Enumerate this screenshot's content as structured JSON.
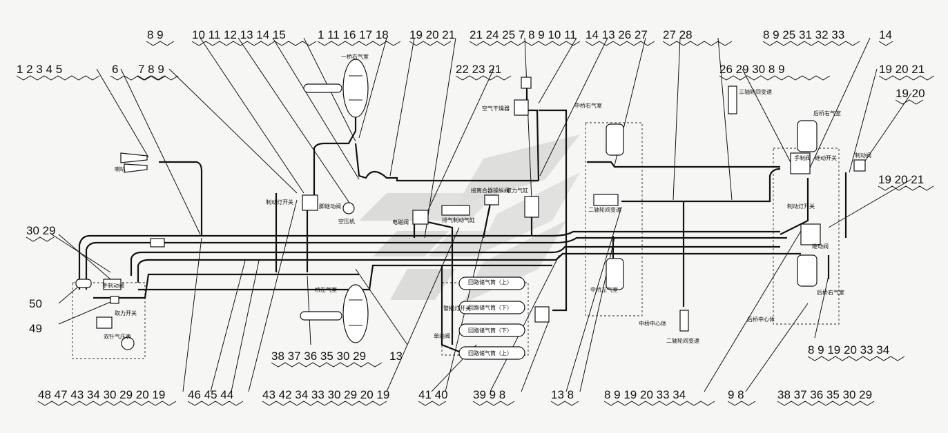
{
  "callouts": {
    "top_1": "1 2 3 4 5",
    "top_2": "6",
    "top_3": "7 8 9",
    "top_4": "8 9",
    "top_5": "10  11 12 13 14 15",
    "top_6": "1 11 16 17 18",
    "top_7": "19 20 21",
    "top_8": "22 23 21",
    "top_9": "21 24 25  7  8  9  10  11",
    "top_10": "14 13  26 27",
    "top_11": "27 28",
    "top_12": "26  29 30  8  9",
    "top_13": "8  9 25 31 32 33",
    "top_14": "14",
    "top_15": "19 20 21",
    "top_16": "19 20",
    "right_1": "19 20 21",
    "left_1": "30 29",
    "left_2": "50",
    "left_3": "49",
    "mid_1": "38 37 36 35 30 29",
    "mid_2": "13",
    "right_2": "8  9  19 20 33 34",
    "bot_1": "48 47 43 34 30 29 20 19",
    "bot_2": "46 45 44",
    "bot_3": "43 42 34 33 30 29 20 19",
    "bot_4": "41 40",
    "bot_5": "39  9  8",
    "bot_6": "13  8",
    "bot_7": "8  9 19 20 33 34",
    "bot_8": "9  8",
    "bot_9": "38 37 36 35 30 29"
  },
  "labels": {
    "front_right_chamber": "一桥右气室",
    "front_left_chamber": "一桥左气室",
    "horn": "喇叭",
    "foot_brake_valve": "脚继动阀",
    "compressor": "空压机",
    "solenoid_valve": "电磁阀",
    "exhaust_brake_cylinder": "排气制动气缸",
    "clutch_valve": "接离合器操纵阀",
    "pto_cylinder": "取力气缸",
    "air_dryer": "空气干燥器",
    "mid_right_chamber": "中桥右气室",
    "mid_left_chamber": "中桥左气室",
    "two_axle_inter_wheel_diff": "二轴轮间变速",
    "three_axle_inter_wheel_diff": "三轴轮间变速",
    "mid_axle_center": "中桥中心体",
    "rear_right_chamber": "后桥右气室",
    "rear_axle_center": "后桥中心体",
    "hand_valve": "手制阀",
    "relay_switch": "继动开关",
    "brake_valve": "制动阀",
    "brake_light_switch": "制动灯开关",
    "relay_valve": "继动阀",
    "circuit_tank_upper": "回路储气筒（上）",
    "circuit_tank_lower": "回路储气筒（下）",
    "check_valve": "单向阀",
    "drain_switch": "警报灯开关",
    "pto_switch": "取力开关",
    "dual_needle_gauge": "双针气压表",
    "hand_brake_valve": "手制动阀"
  },
  "colors": {
    "line": "#111111",
    "background": "#f6f6f4"
  }
}
